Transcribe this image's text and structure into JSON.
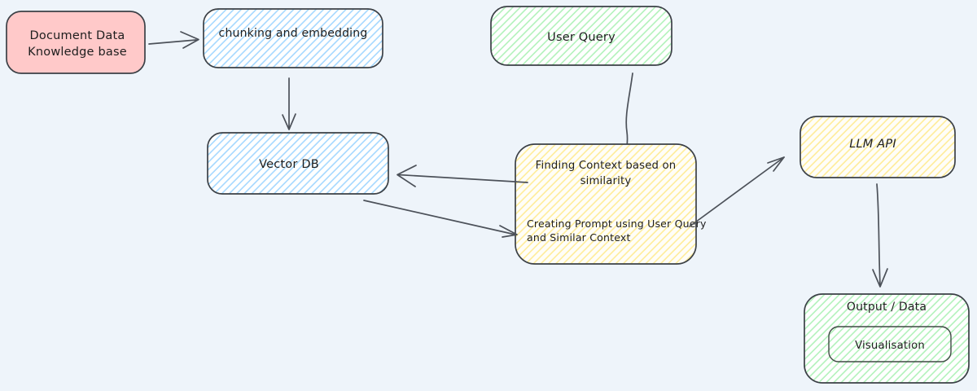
{
  "canvas": {
    "type": "flow-diagram"
  },
  "colors": {
    "page_background": "#eef4fa",
    "box_stroke": "#3b4046",
    "arrow_stroke": "#4c5159",
    "text": "#1e1e1e",
    "pink_fill": "#ffc9c9",
    "blue_hatch": "#a5d8ff",
    "green_hatch": "#b2f2bb",
    "yellow_hatch": "#ffec99"
  },
  "nodes": {
    "knowledge_base": {
      "lines": [
        "Document Data",
        "Knowledge base"
      ]
    },
    "chunking": {
      "label": "chunking and embedding"
    },
    "vector_db": {
      "label": "Vector DB"
    },
    "user_query": {
      "label": "User Query"
    },
    "context_prompt": {
      "finding_line1": "Finding Context based on",
      "finding_line2": "similarity",
      "creating_line1": "Creating Prompt using User Query",
      "creating_line2": "and Similar Context"
    },
    "llm_api": {
      "label": "LLM API"
    },
    "output": {
      "title": "Output / Data",
      "visualisation_label": "Visualisation"
    }
  },
  "edges": [
    {
      "from": "knowledge_base",
      "to": "chunking"
    },
    {
      "from": "chunking",
      "to": "vector_db"
    },
    {
      "from": "user_query",
      "to": "context_prompt"
    },
    {
      "from": "context_prompt",
      "to": "vector_db"
    },
    {
      "from": "vector_db",
      "to": "context_prompt"
    },
    {
      "from": "context_prompt",
      "to": "llm_api"
    },
    {
      "from": "llm_api",
      "to": "output"
    }
  ]
}
